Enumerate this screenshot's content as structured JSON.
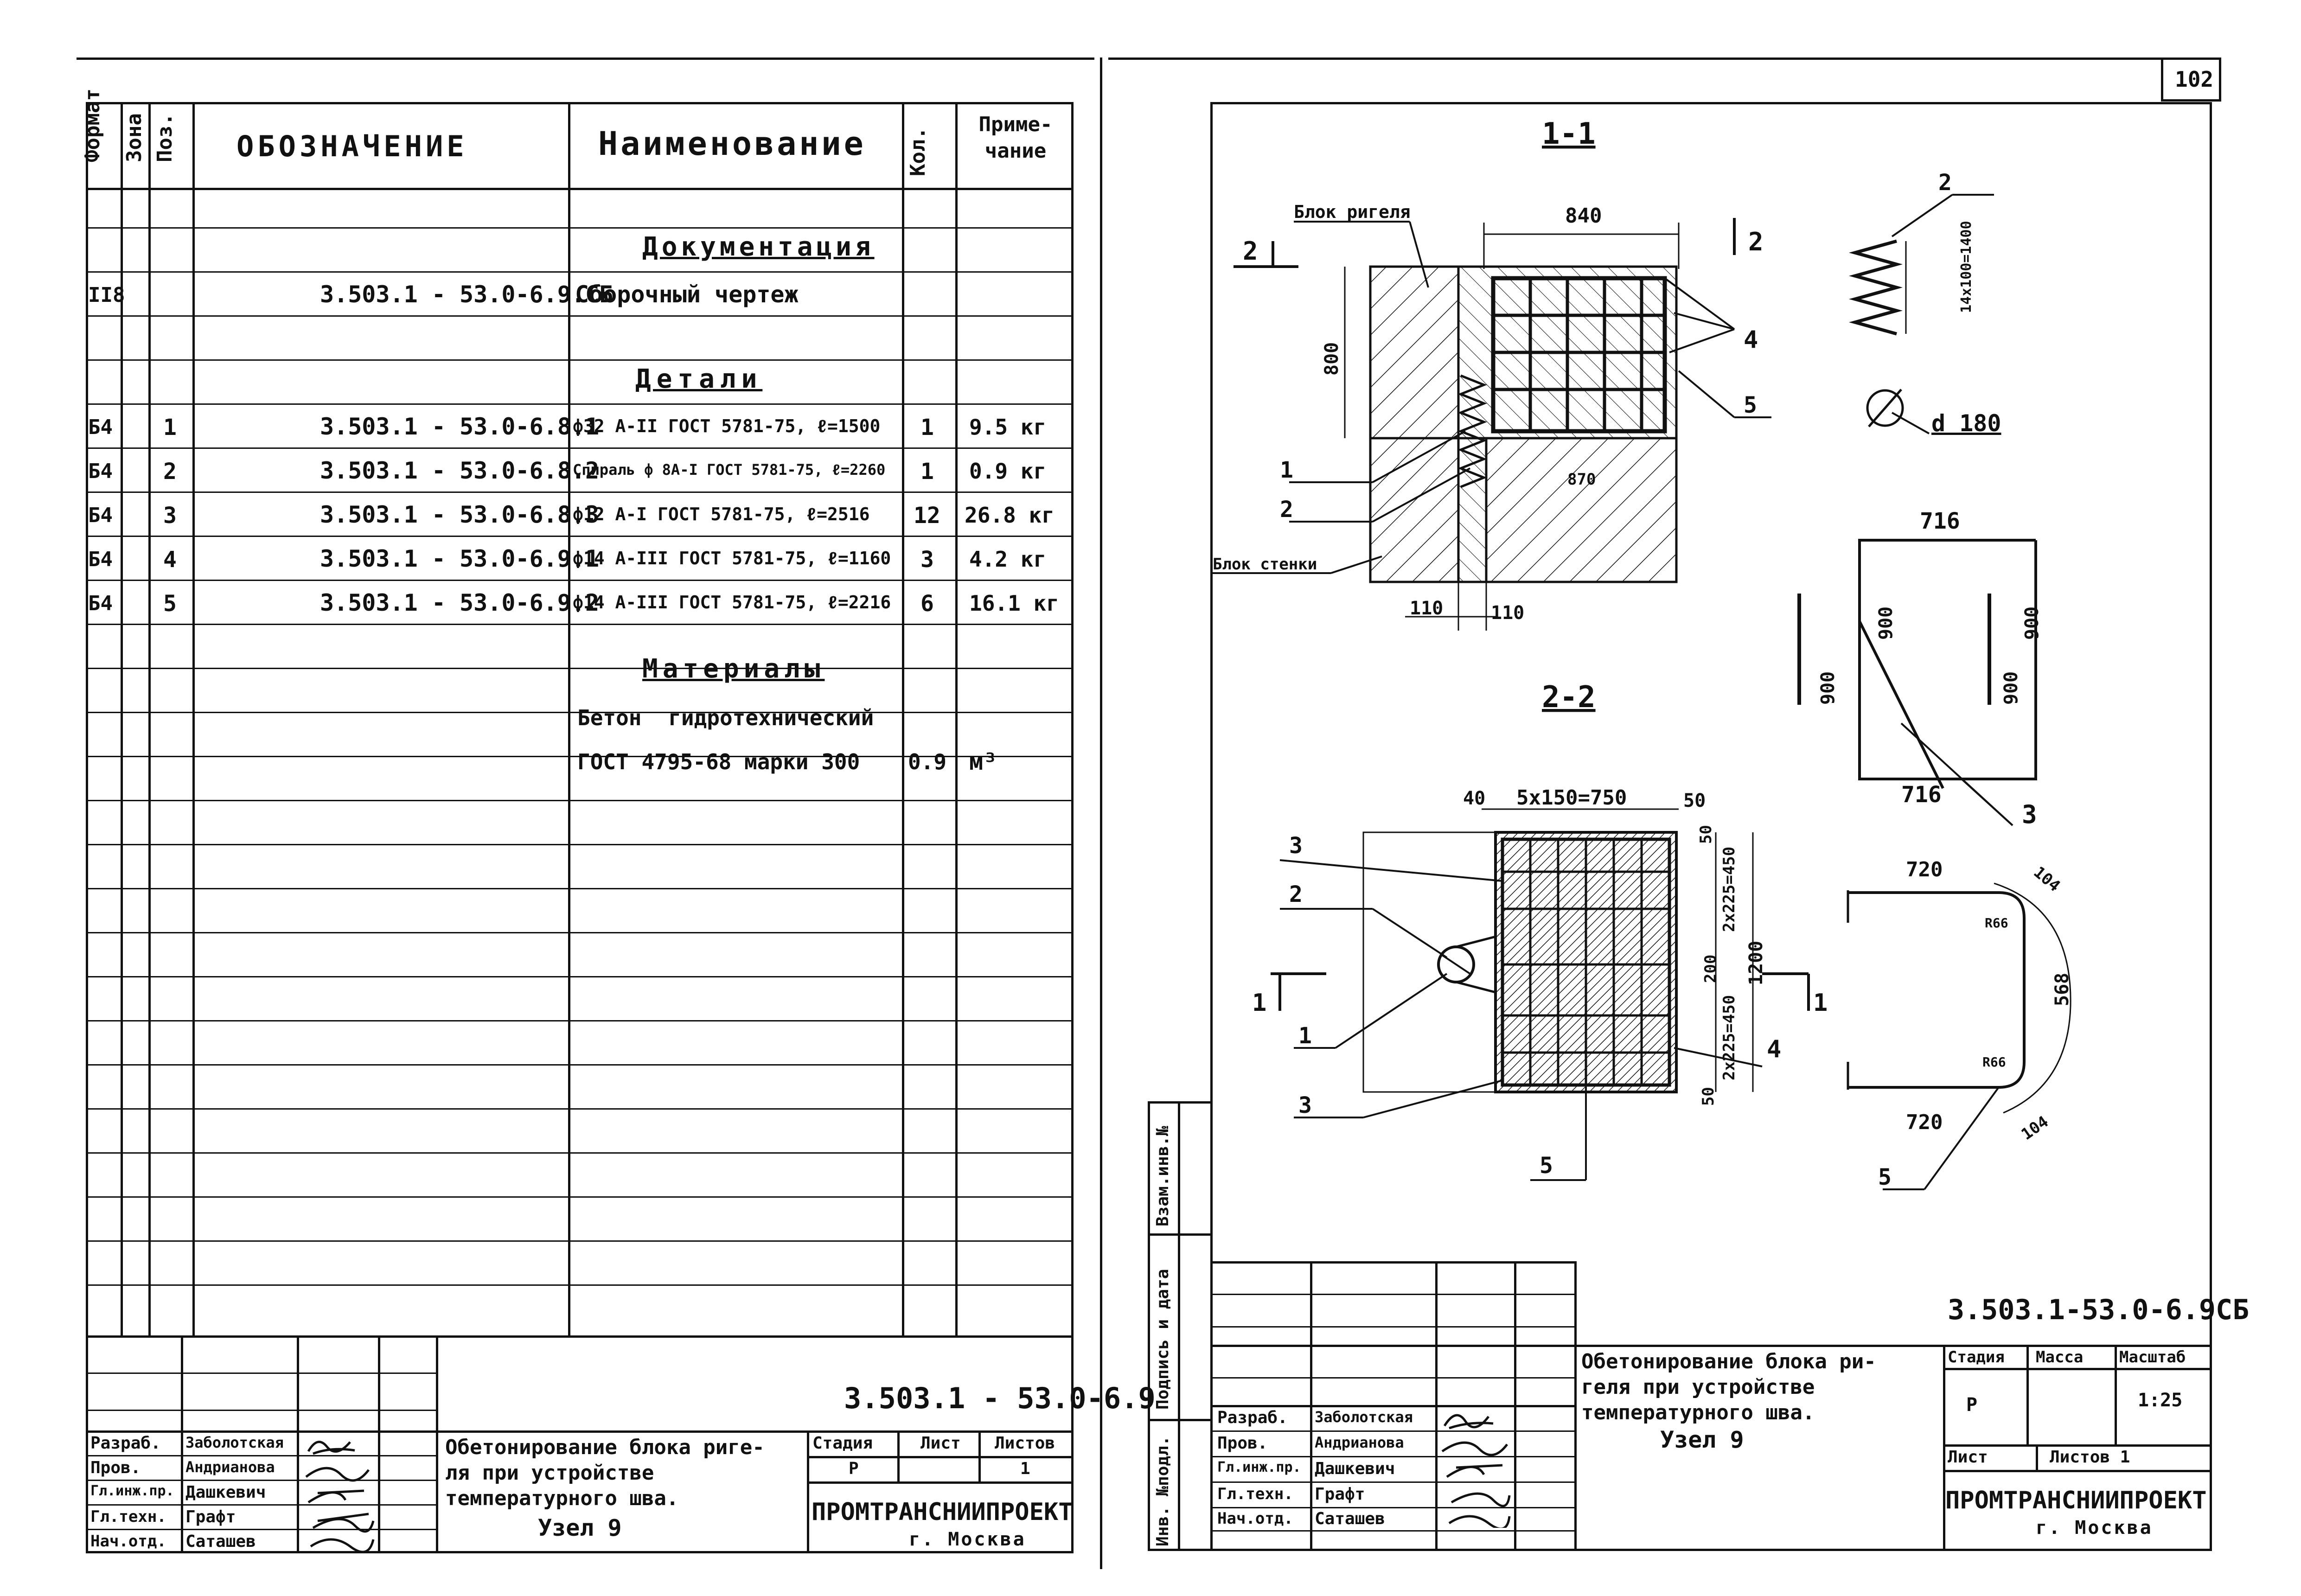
{
  "sheet_number": "102",
  "spec": {
    "headers": {
      "format": "Формат",
      "zone": "Зона",
      "pos": "Поз.",
      "designation": "ОБОЗНАЧЕНИЕ",
      "name": "Наименование",
      "qty": "Кол.",
      "note": "Приме- чание"
    },
    "section_docs": "Документация",
    "doc_row": {
      "format": "II8",
      "designation": "3.503.1 - 53.0-6.9.СБ",
      "name": "Сборочный чертеж"
    },
    "section_parts": "Детали",
    "rows": [
      {
        "format": "Б4",
        "pos": "1",
        "designation": "3.503.1 - 53.0-6.8.1",
        "name": "ф32 А-II ГОСТ 5781-75, ℓ=1500",
        "qty": "1",
        "note": "9.5 кг"
      },
      {
        "format": "Б4",
        "pos": "2",
        "designation": "3.503.1 - 53.0-6.8.2",
        "name": "Спираль ф 8А-I ГОСТ 5781-75, ℓ=2260",
        "qty": "1",
        "note": "0.9 кг"
      },
      {
        "format": "Б4",
        "pos": "3",
        "designation": "3.503.1 - 53.0-6.8.3",
        "name": "ф12 А-I ГОСТ 5781-75, ℓ=2516",
        "qty": "12",
        "note": "26.8 кг"
      },
      {
        "format": "Б4",
        "pos": "4",
        "designation": "3.503.1 - 53.0-6.9.1",
        "name": "ф14 А-III ГОСТ 5781-75, ℓ=1160",
        "qty": "3",
        "note": "4.2 кг"
      },
      {
        "format": "Б4",
        "pos": "5",
        "designation": "3.503.1 - 53.0-6.9.2",
        "name": "ф14 А-III ГОСТ 5781-75, ℓ=2216",
        "qty": "6",
        "note": "16.1 кг"
      }
    ],
    "section_materials": "Материалы",
    "material_line1": "Бетон гидротехнический",
    "material_line2": "ГОСТ 4795-68 марки 300",
    "material_qty": "0.9",
    "material_unit": "м³"
  },
  "stamp_left": {
    "code": "3.503.1 - 53.0-6.9",
    "roles": [
      "Разраб.",
      "Пров.",
      "Гл.инж.пр.",
      "Гл.техн.",
      "Нач.отд."
    ],
    "names": [
      "Заболотская",
      "Андрианова",
      "Дашкевич",
      "Графт",
      "Саташев"
    ],
    "title_lines": [
      "Обетонирование блока риге-",
      "ля при устройстве",
      "температурного шва.",
      "Узел 9"
    ],
    "stage_label": "Стадия",
    "sheet_label": "Лист",
    "sheets_label": "Листов",
    "stage": "Р",
    "sheets": "1",
    "org": "ПРОМТРАНСНИИПРОЕКТ",
    "city": "г. Москва"
  },
  "stamp_right": {
    "code": "3.503.1-53.0-6.9СБ",
    "roles": [
      "Разраб.",
      "Пров.",
      "Гл.инж.пр.",
      "Гл.техн.",
      "Нач.отд."
    ],
    "names": [
      "Заболотская",
      "Андрианова",
      "Дашкевич",
      "Графт",
      "Саташев"
    ],
    "title_lines": [
      "Обетонирование блока ри-",
      "геля при устройстве",
      "температурного шва.",
      "Узел 9"
    ],
    "stage_label": "Стадия",
    "mass_label": "Масса",
    "scale_label": "Масштаб",
    "stage": "Р",
    "scale": "1:25",
    "sheet_label": "Лист",
    "sheets_label": "Листов 1",
    "org": "ПРОМТРАНСНИИПРОЕКТ",
    "city": "г. Москва"
  },
  "side_labels": [
    "Инв. №подл.",
    "Подпись и дата",
    "Взам.инв.№"
  ],
  "drawing": {
    "section_1_1": "1-1",
    "section_2_2": "2-2",
    "block_rigel": "Блок ригеля",
    "block_wall": "Блок стенки",
    "dim_840": "840",
    "dim_800": "800",
    "dim_870": "870",
    "dim_110a": "110",
    "dim_110b": "110",
    "dim_40": "40",
    "dim_5x150": "5x150=750",
    "dim_50": "50",
    "dim_1200": "1200",
    "dim_2x225": "2x225=450",
    "dim_200": "200",
    "spiral_dim": "14x100=1400",
    "diam": "d 180",
    "dim_716": "716",
    "dim_900": "900",
    "dim_720": "720",
    "dim_104": "104",
    "dim_568": "568",
    "r66": "R66",
    "pos_labels": [
      "1",
      "2",
      "3",
      "4",
      "5"
    ],
    "section_marks": [
      "2",
      "2",
      "1",
      "1"
    ]
  }
}
